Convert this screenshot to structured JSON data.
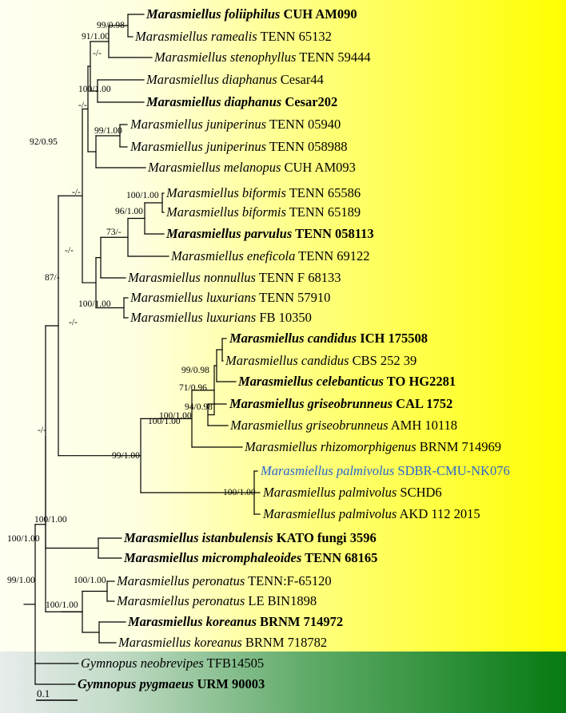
{
  "colors": {
    "accent_top": "#ffff00",
    "accent_bottom": "#0a7a16",
    "highlight_text": "#2a66c8",
    "line": "#000000"
  },
  "taxa": [
    {
      "genus": "Marasmiellus",
      "epithet": "foliiphilus",
      "voucher": "CUH AM090",
      "bold": true
    },
    {
      "genus": "Marasmiellus",
      "epithet": "ramealis",
      "voucher": "TENN 65132"
    },
    {
      "genus": "Marasmiellus",
      "epithet": "stenophyllus",
      "voucher": "TENN 59444"
    },
    {
      "genus": "Marasmiellus",
      "epithet": "diaphanus",
      "voucher": "Cesar44"
    },
    {
      "genus": "Marasmiellus",
      "epithet": "diaphanus",
      "voucher": "Cesar202",
      "bold": true
    },
    {
      "genus": "Marasmiellus",
      "epithet": "juniperinus",
      "voucher": "TENN 05940"
    },
    {
      "genus": "Marasmiellus",
      "epithet": "juniperinus",
      "voucher": "TENN 058988"
    },
    {
      "genus": "Marasmiellus",
      "epithet": "melanopus",
      "voucher": "CUH AM093"
    },
    {
      "genus": "Marasmiellus",
      "epithet": "biformis",
      "voucher": "TENN 65586"
    },
    {
      "genus": "Marasmiellus",
      "epithet": "biformis",
      "voucher": "TENN 65189"
    },
    {
      "genus": "Marasmiellus",
      "epithet": "parvulus",
      "voucher": "TENN 058113",
      "bold": true
    },
    {
      "genus": "Marasmiellus",
      "epithet": "eneficola",
      "voucher": "TENN 69122"
    },
    {
      "genus": "Marasmiellus",
      "epithet": "nonnullus",
      "voucher": "TENN F 68133"
    },
    {
      "genus": "Marasmiellus",
      "epithet": "luxurians",
      "voucher": "TENN 57910"
    },
    {
      "genus": "Marasmiellus",
      "epithet": "luxurians",
      "voucher": "FB 10350"
    },
    {
      "genus": "Marasmiellus",
      "epithet": "candidus",
      "voucher": "ICH 175508",
      "bold": true
    },
    {
      "genus": "Marasmiellus",
      "epithet": "candidus",
      "voucher": "CBS 252 39"
    },
    {
      "genus": "Marasmiellus",
      "epithet": "celebanticus",
      "voucher": "TO HG2281",
      "bold": true
    },
    {
      "genus": "Marasmiellus",
      "epithet": "griseobrunneus",
      "voucher": "CAL 1752",
      "bold": true
    },
    {
      "genus": "Marasmiellus",
      "epithet": "griseobrunneus",
      "voucher": "AMH 10118"
    },
    {
      "genus": "Marasmiellus",
      "epithet": "rhizomorphigenus",
      "voucher": "BRNM 714969"
    },
    {
      "genus": "Marasmiellus",
      "epithet": "palmivolus",
      "voucher": "SDBR-CMU-NK076",
      "highlight": true
    },
    {
      "genus": "Marasmiellus",
      "epithet": "palmivolus",
      "voucher": "SCHD6"
    },
    {
      "genus": "Marasmiellus",
      "epithet": "palmivolus",
      "voucher": "AKD 112 2015"
    },
    {
      "genus": "Marasmiellus",
      "epithet": "istanbulensis",
      "voucher": "KATO fungi 3596",
      "bold": true
    },
    {
      "genus": "Marasmiellus",
      "epithet": "micromphaleoides",
      "voucher": "TENN 68165",
      "bold": true
    },
    {
      "genus": "Marasmiellus",
      "epithet": "peronatus",
      "voucher": "TENN:F-65120"
    },
    {
      "genus": "Marasmiellus",
      "epithet": "peronatus",
      "voucher": "LE BIN1898"
    },
    {
      "genus": "Marasmiellus",
      "epithet": "koreanus",
      "voucher": "BRNM 714972",
      "bold": true
    },
    {
      "genus": "Marasmiellus",
      "epithet": "koreanus",
      "voucher": "BRNM 718782"
    },
    {
      "genus": "Gymnopus",
      "epithet": "neobrevipes",
      "voucher": "TFB14505"
    },
    {
      "genus": "Gymnopus",
      "epithet": "pygmaeus",
      "voucher": "URM 90003",
      "bold": true
    }
  ],
  "support_labels": [
    "99/0.98",
    "91/1.00",
    "-/-",
    "100/1.00",
    "-/-",
    "99/1.00",
    "92/0.95",
    "-/-",
    "100/1.00",
    "96/1.00",
    "73/-",
    "-/-",
    "87/-",
    "100/1.00",
    "-/-",
    "99/0.98",
    "71/0.96",
    "94/0.98",
    "100/1.00",
    "100/1.00",
    "-/-",
    "99/1.00",
    "100/1.00",
    "100/1.00",
    "100/1.00",
    "100/1.00",
    "99/1.00",
    "100/1.00"
  ],
  "scale_bar": {
    "label": "0.1"
  }
}
